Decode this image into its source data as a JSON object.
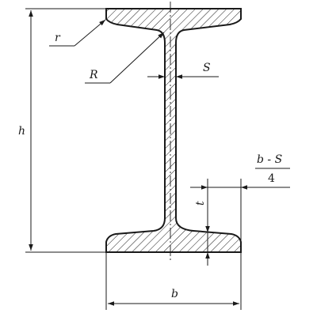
{
  "labels": {
    "h": "h",
    "r": "r",
    "R": "R",
    "S": "S",
    "t": "t",
    "b": "b",
    "bs_numerator": "b - S",
    "bs_denominator": "4"
  }
}
